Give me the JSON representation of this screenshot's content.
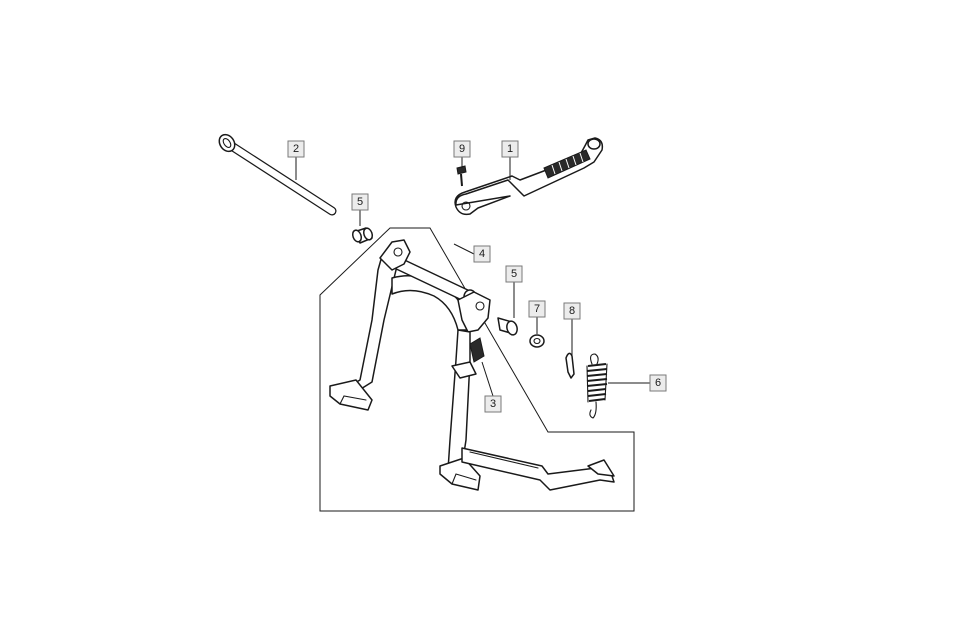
{
  "diagram": {
    "callouts": [
      {
        "id": "1",
        "label": "1"
      },
      {
        "id": "2",
        "label": "2"
      },
      {
        "id": "3",
        "label": "3"
      },
      {
        "id": "4",
        "label": "4"
      },
      {
        "id": "5a",
        "label": "5"
      },
      {
        "id": "5b",
        "label": "5"
      },
      {
        "id": "6",
        "label": "6"
      },
      {
        "id": "7",
        "label": "7"
      },
      {
        "id": "8",
        "label": "8"
      },
      {
        "id": "9",
        "label": "9"
      }
    ]
  }
}
